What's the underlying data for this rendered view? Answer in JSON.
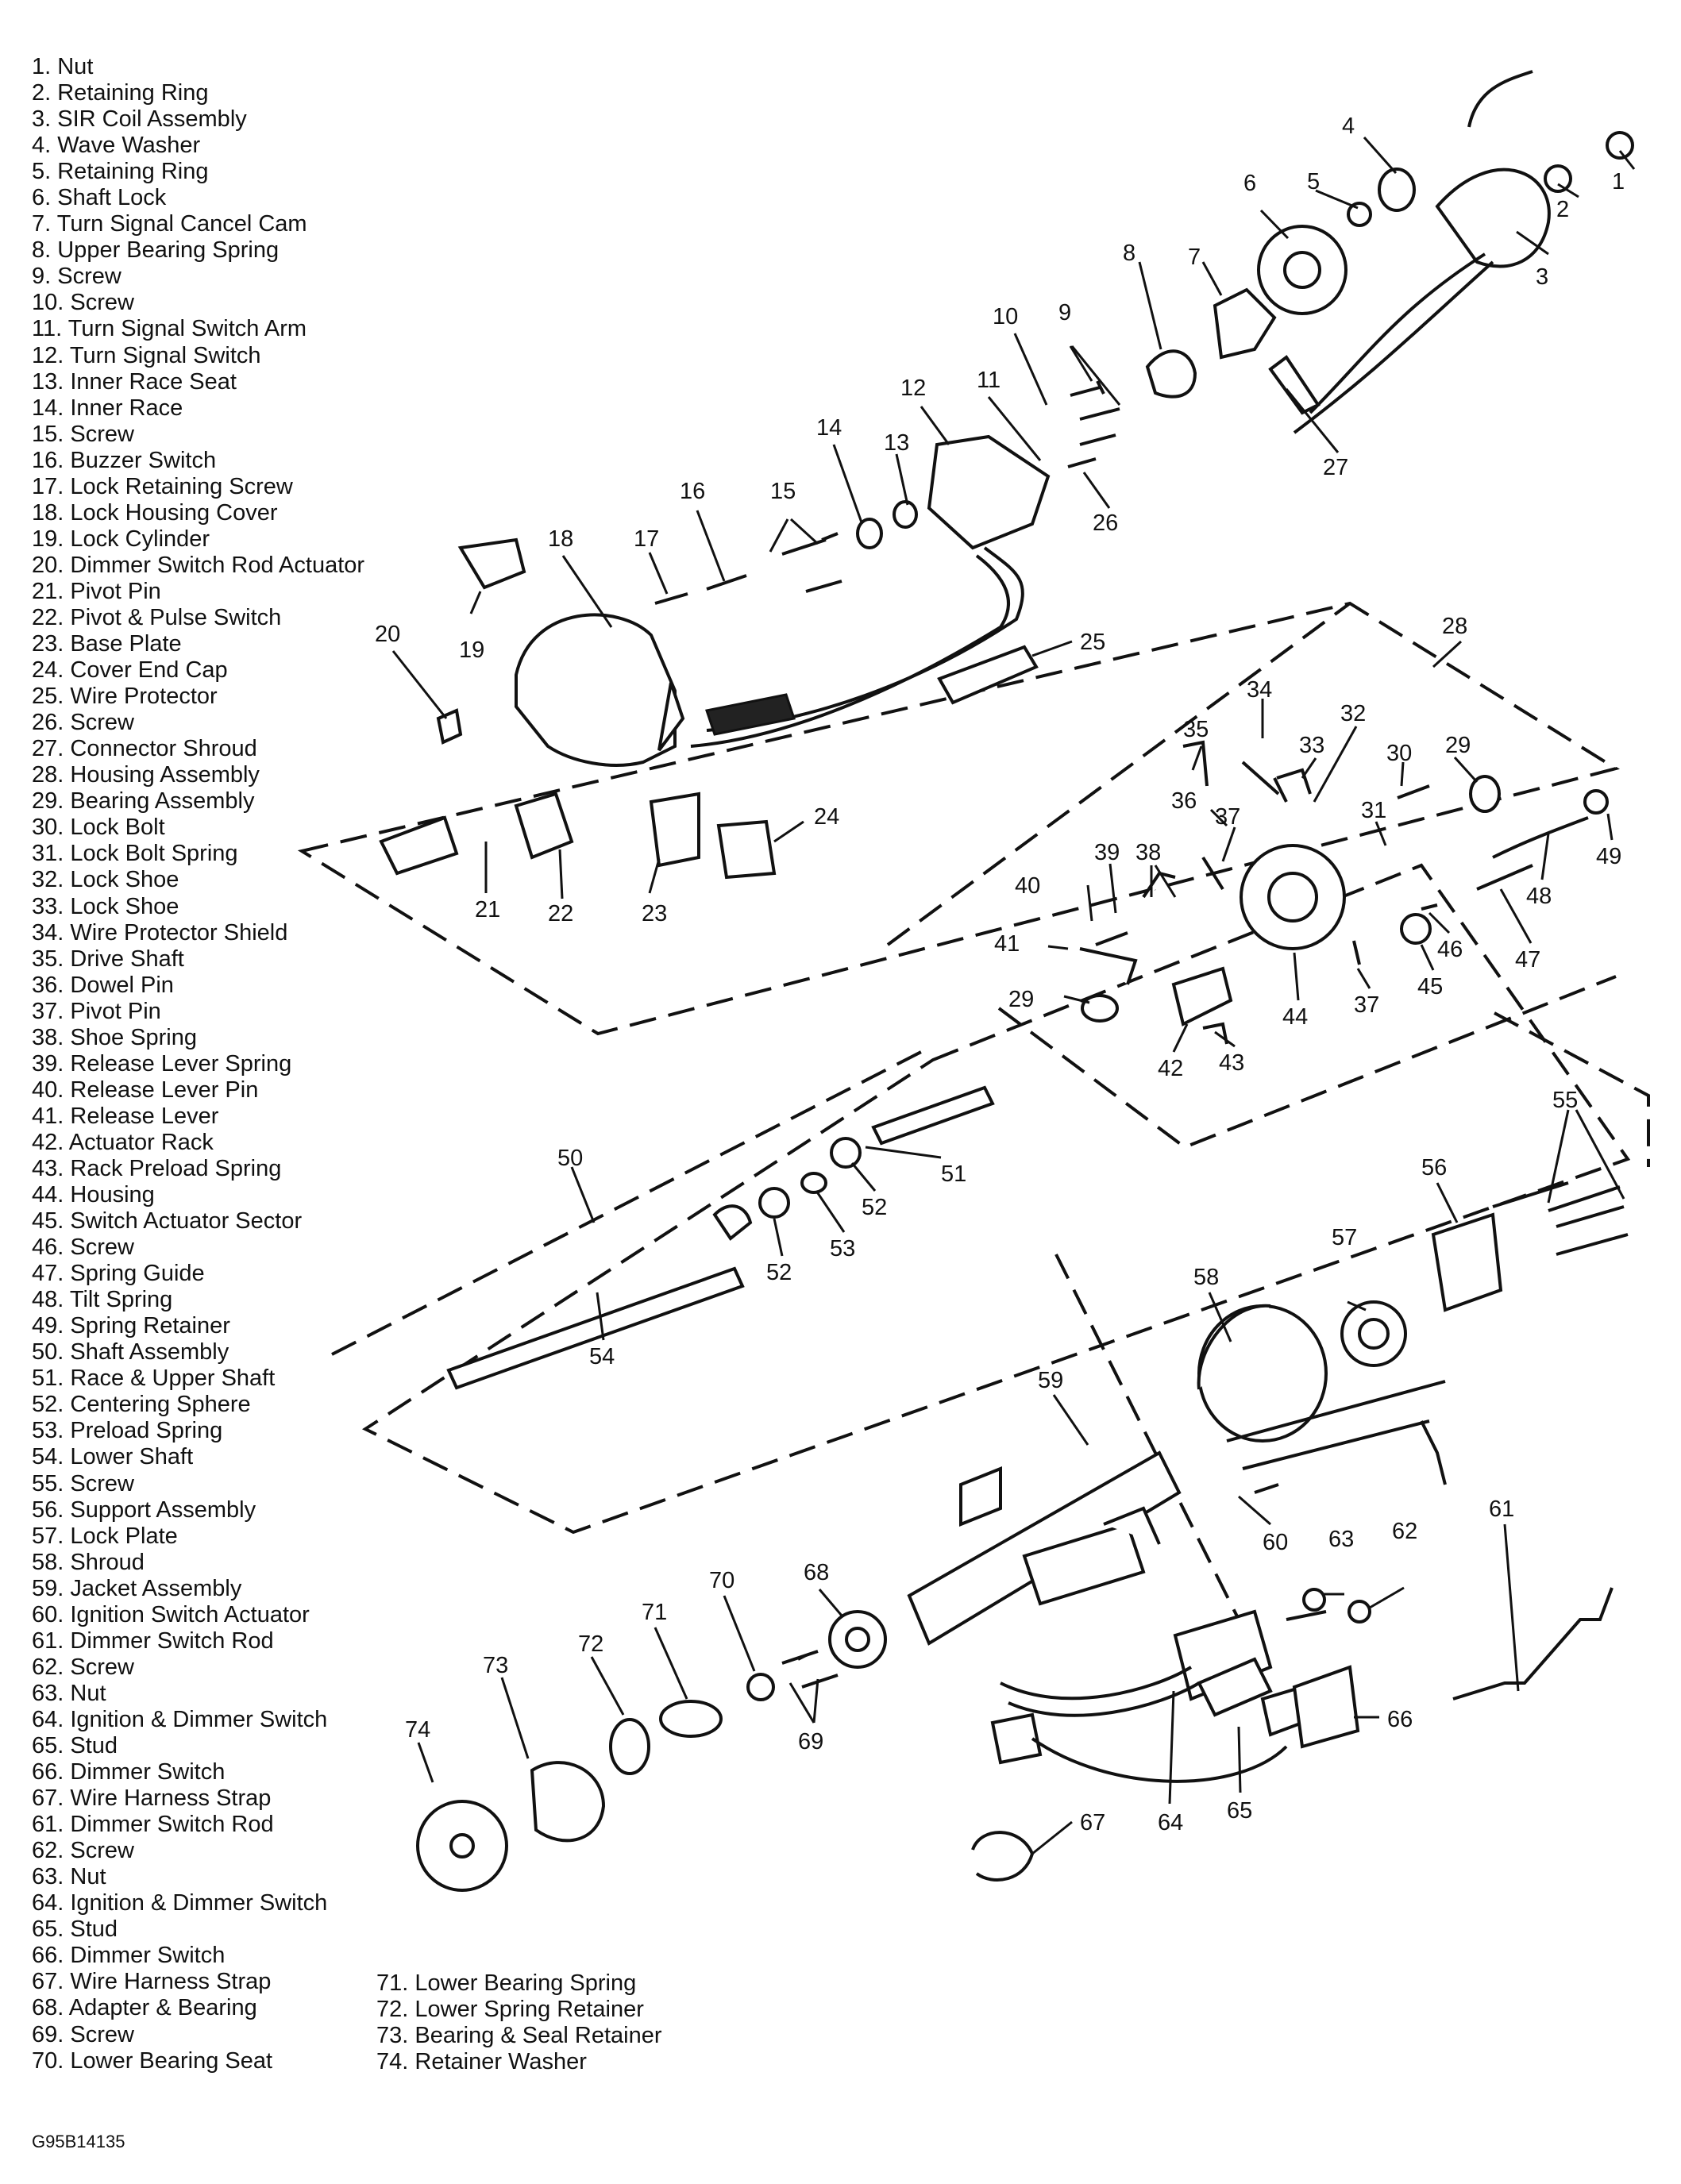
{
  "legend": [
    "1. Nut",
    "2. Retaining Ring",
    "3. SIR Coil Assembly",
    "4. Wave Washer",
    "5. Retaining Ring",
    "6. Shaft Lock",
    "7. Turn Signal Cancel Cam",
    "8. Upper Bearing Spring",
    "9. Screw",
    "10. Screw",
    "11. Turn Signal Switch Arm",
    "12. Turn Signal Switch",
    "13. Inner Race Seat",
    "14. Inner Race",
    "15. Screw",
    "16. Buzzer Switch",
    "17. Lock Retaining Screw",
    "18. Lock Housing Cover",
    "19. Lock Cylinder",
    "20. Dimmer Switch Rod Actuator",
    "21. Pivot Pin",
    "22. Pivot & Pulse Switch",
    "23. Base Plate",
    "24. Cover End Cap",
    "25. Wire Protector",
    "26. Screw",
    "27. Connector Shroud",
    "28. Housing Assembly",
    "29. Bearing Assembly",
    "30. Lock Bolt",
    "31. Lock Bolt Spring",
    "32. Lock Shoe",
    "33. Lock Shoe",
    "34. Wire Protector Shield",
    "35. Drive Shaft",
    "36. Dowel Pin",
    "37. Pivot Pin",
    "38. Shoe Spring",
    "39. Release Lever Spring",
    "40. Release Lever Pin",
    "41. Release Lever",
    "42. Actuator Rack",
    "43. Rack Preload Spring",
    "44. Housing",
    "45. Switch Actuator Sector",
    "46. Screw",
    "47. Spring Guide",
    "48. Tilt Spring",
    "49. Spring Retainer",
    "50. Shaft Assembly",
    "51. Race & Upper Shaft",
    "52. Centering Sphere",
    "53. Preload Spring",
    "54. Lower Shaft",
    "55. Screw",
    "56. Support Assembly",
    "57. Lock Plate",
    "58. Shroud",
    "59. Jacket Assembly",
    "60. Ignition Switch Actuator",
    "61. Dimmer Switch Rod",
    "62. Screw",
    "63. Nut",
    "64. Ignition & Dimmer Switch",
    "65. Stud",
    "66. Dimmer Switch",
    "67. Wire Harness Strap",
    "61. Dimmer Switch Rod",
    "62. Screw",
    "63. Nut",
    "64. Ignition & Dimmer Switch",
    "65. Stud",
    "66. Dimmer Switch",
    "67. Wire Harness Strap",
    "68. Adapter & Bearing",
    "69. Screw",
    "70. Lower Bearing Seat"
  ],
  "legend_extra": [
    "71. Lower Bearing Spring",
    "72. Lower Spring Retainer",
    "73. Bearing & Seal Retainer",
    "74. Retainer Washer"
  ],
  "figure_code": "G95B14135",
  "callouts": [
    "1",
    "2",
    "3",
    "4",
    "5",
    "6",
    "7",
    "8",
    "9",
    "10",
    "11",
    "12",
    "13",
    "14",
    "15",
    "16",
    "17",
    "18",
    "19",
    "20",
    "21",
    "22",
    "23",
    "24",
    "25",
    "26",
    "27",
    "28",
    "29",
    "29",
    "30",
    "31",
    "32",
    "33",
    "34",
    "35",
    "36",
    "37",
    "37",
    "38",
    "39",
    "40",
    "41",
    "42",
    "43",
    "44",
    "45",
    "46",
    "47",
    "48",
    "49",
    "50",
    "51",
    "52",
    "52",
    "53",
    "54",
    "55",
    "56",
    "57",
    "58",
    "59",
    "60",
    "61",
    "62",
    "63",
    "64",
    "65",
    "66",
    "67",
    "68",
    "69",
    "70",
    "71",
    "72",
    "73",
    "74"
  ]
}
